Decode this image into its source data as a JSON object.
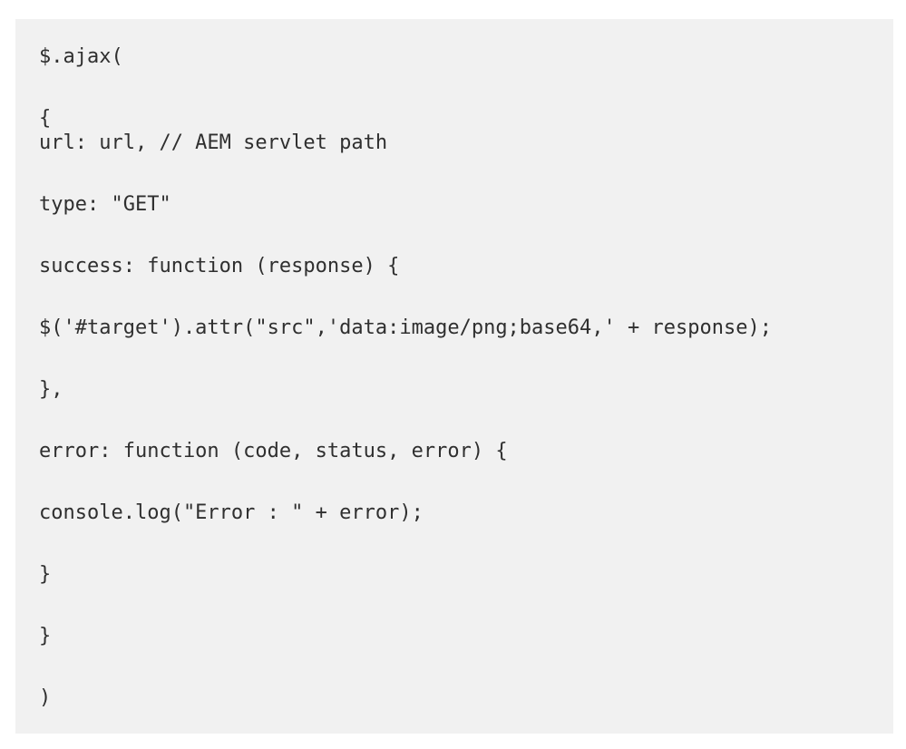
{
  "page": {
    "background_color": "#ffffff"
  },
  "code_block": {
    "background_color": "#f1f1f1",
    "text_color": "#2f2f2f",
    "language": "javascript",
    "paragraphs": [
      "$.ajax(",
      "{\nurl: url, // AEM servlet path",
      "type: \"GET\"",
      "success: function (response) {",
      "$('#target').attr(\"src\",'data:image/png;base64,' + response);",
      "},",
      "error: function (code, status, error) {",
      "console.log(\"Error : \" + error);",
      "}",
      "}",
      ")"
    ]
  }
}
